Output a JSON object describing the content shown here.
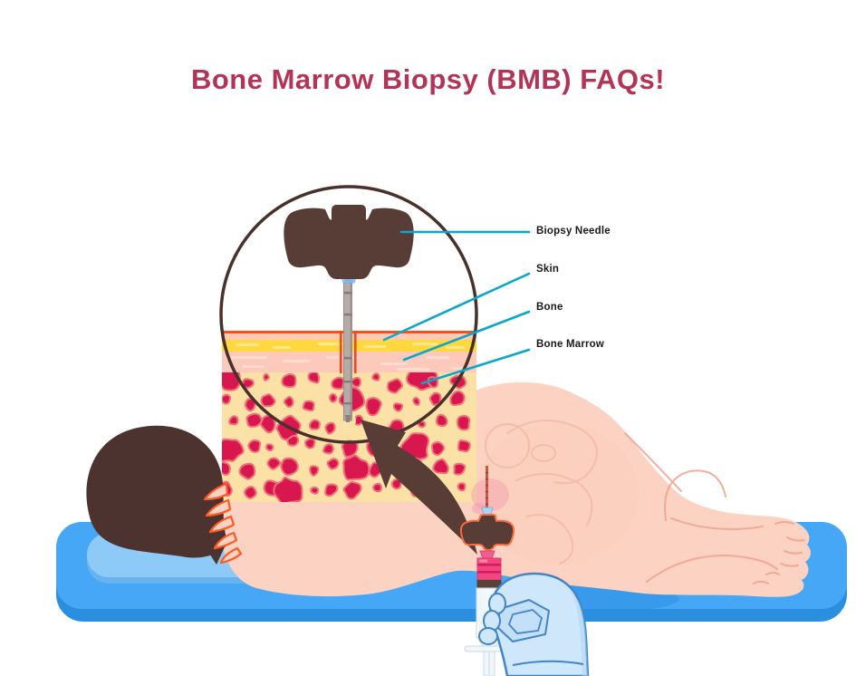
{
  "title": {
    "text": "Bone Marrow Biopsy (BMB) FAQs!"
  },
  "diagram": {
    "labels": [
      {
        "id": "biopsy-needle",
        "text": "Biopsy Needle"
      },
      {
        "id": "skin",
        "text": "Skin"
      },
      {
        "id": "bone",
        "text": "Bone"
      },
      {
        "id": "bone-marrow",
        "text": "Bone Marrow"
      }
    ]
  },
  "colors": {
    "title": "#b23457",
    "leader_line": "#0aa7c9",
    "label_text": "#191919",
    "skin_tone": "#fcd2c2",
    "skin_layer_yellow": "#ffd83e",
    "bone_layer_pink": "#fcc9ba",
    "marrow_cream": "#fbe1a6",
    "marrow_blob_red": "#d7174d",
    "handle_brown": "#573d36",
    "hair_brown": "#4c332f",
    "bed_blue": "#45a7f5",
    "pillow_blue": "#8ecaf8",
    "glove_blue": "#cfe7fb",
    "syringe_liquid_pink": "#f2477e",
    "puncture_orange": "#f4511e"
  }
}
